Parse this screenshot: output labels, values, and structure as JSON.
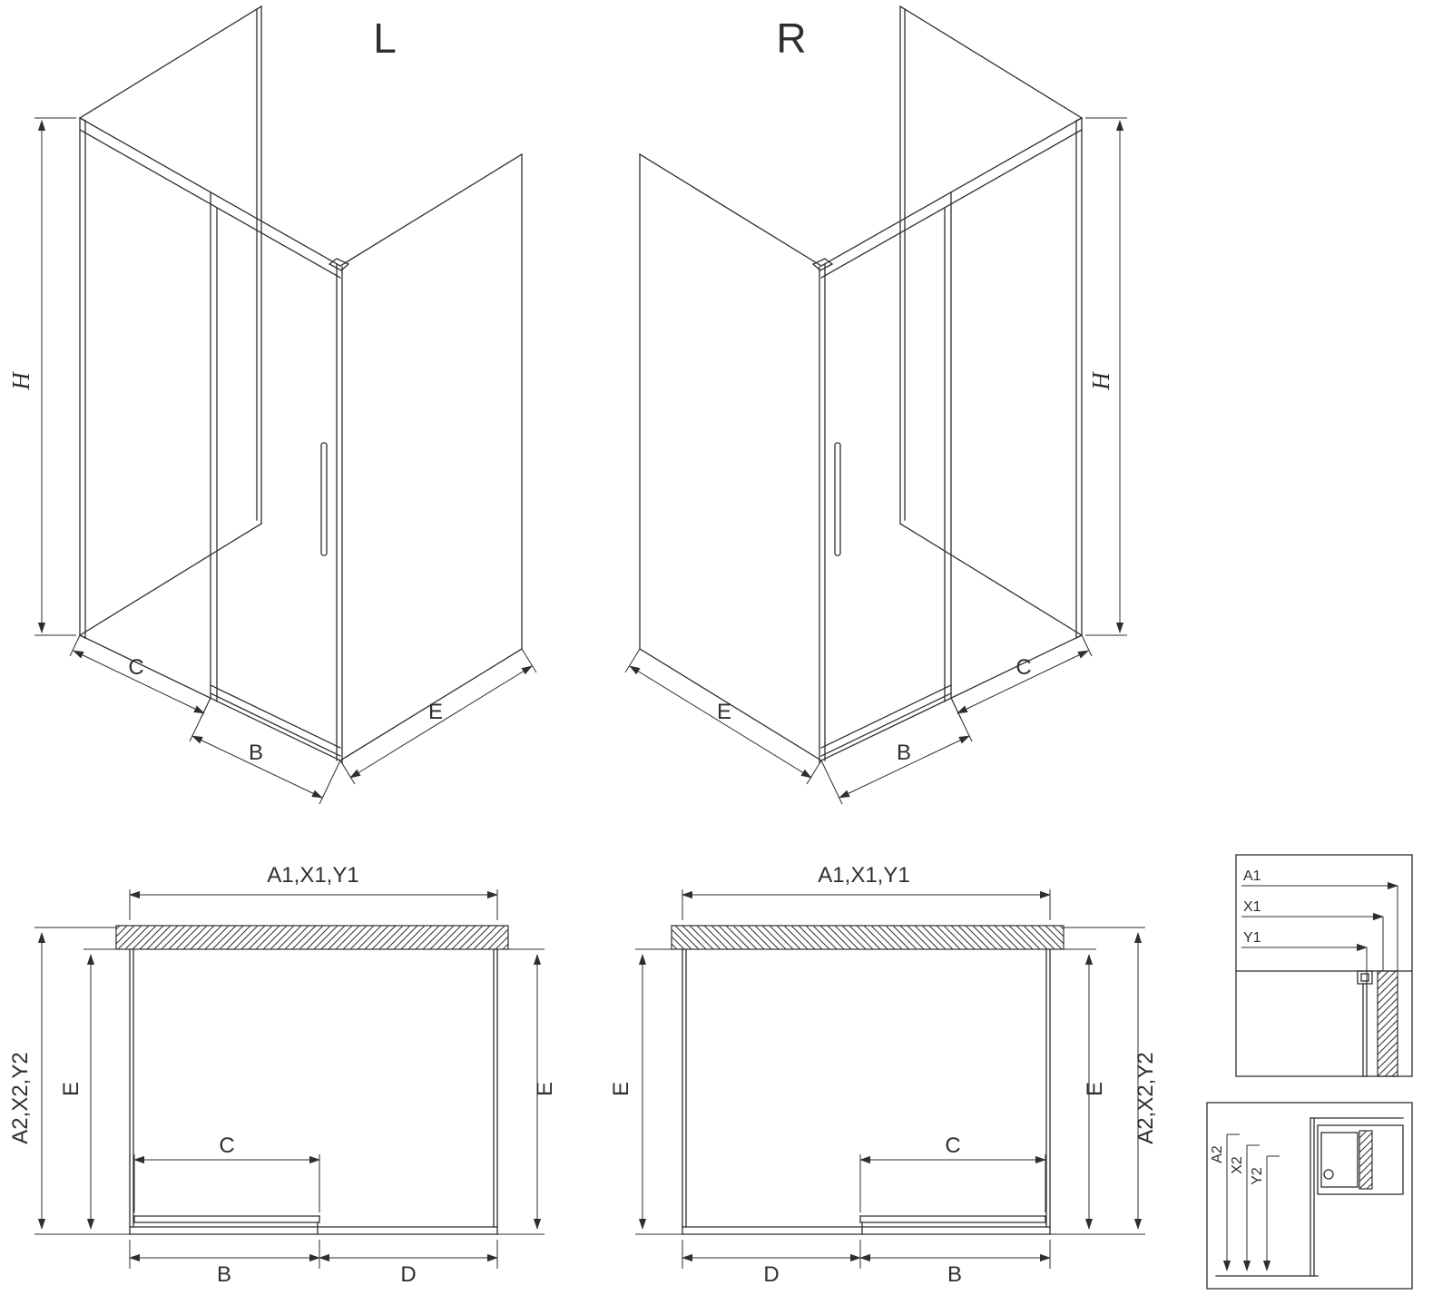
{
  "colors": {
    "line": "#2e2e2e",
    "background": "#ffffff"
  },
  "iso_left": {
    "title": "L",
    "dim_height": "H",
    "dim_c": "C",
    "dim_b": "B",
    "dim_e": "E"
  },
  "iso_right": {
    "title": "R",
    "dim_height": "H",
    "dim_c": "C",
    "dim_b": "B",
    "dim_e": "E"
  },
  "plan_left": {
    "dim_top": "A1,X1,Y1",
    "dim_side": "A2,X2,Y2",
    "dim_e_left": "E",
    "dim_e_right": "E",
    "dim_c": "C",
    "dim_b": "B",
    "dim_d": "D"
  },
  "plan_right": {
    "dim_top": "A1,X1,Y1",
    "dim_side": "A2,X2,Y2",
    "dim_e_left": "E",
    "dim_e_right": "E",
    "dim_c": "C",
    "dim_b": "B",
    "dim_d": "D"
  },
  "detail_top": {
    "dim_a1": "A1",
    "dim_x1": "X1",
    "dim_y1": "Y1"
  },
  "detail_bottom": {
    "dim_a2": "A2",
    "dim_x2": "X2",
    "dim_y2": "Y2"
  }
}
